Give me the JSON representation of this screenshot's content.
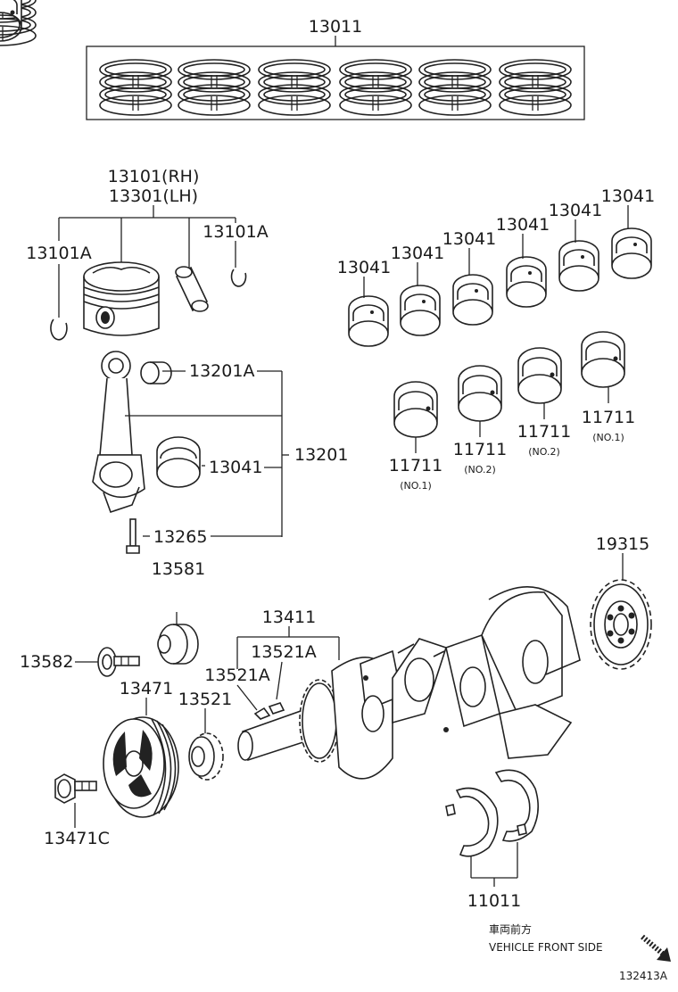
{
  "labels": {
    "ring_set": "13011",
    "piston_rh": "13101(RH)",
    "piston_lh": "13301(LH)",
    "snap_ring_left": "13101A",
    "snap_ring_right": "13101A",
    "conrod_bushing": "13201A",
    "conrod_bearing": "13041",
    "conrod_assy": "13201",
    "conrod_bolt": "13265",
    "nut_13581": "13581",
    "bearing_top_1": "13041",
    "bearing_top_2": "13041",
    "bearing_top_3": "13041",
    "bearing_top_4": "13041",
    "bearing_top_5": "13041",
    "bearing_top_6": "13041",
    "main_bearing_1": "11711",
    "main_bearing_1_sub": "(NO.1)",
    "main_bearing_2": "11711",
    "main_bearing_2_sub": "(NO.2)",
    "main_bearing_3": "11711",
    "main_bearing_3_sub": "(NO.2)",
    "main_bearing_4": "11711",
    "main_bearing_4_sub": "(NO.1)",
    "sprocket": "19315",
    "crankshaft": "13411",
    "key_upper": "13521A",
    "key_lower": "13521A",
    "crank_gear": "13521",
    "pulley": "13471",
    "pulley_bolt": "13582",
    "bolt_13471c": "13471C",
    "thrust_washer": "11011",
    "front_side_jp": "車両前方",
    "front_side_en": "VEHICLE FRONT SIDE",
    "diagram_id": "132413A"
  },
  "icons": [
    "piston-ring-set",
    "piston",
    "snap-ring",
    "piston-pin",
    "connecting-rod",
    "conrod-bolt",
    "bearing-shell",
    "crankshaft",
    "timing-sprocket",
    "crankshaft-pulley",
    "crank-gear",
    "woodruff-key",
    "thrust-washer",
    "direction-arrow"
  ]
}
